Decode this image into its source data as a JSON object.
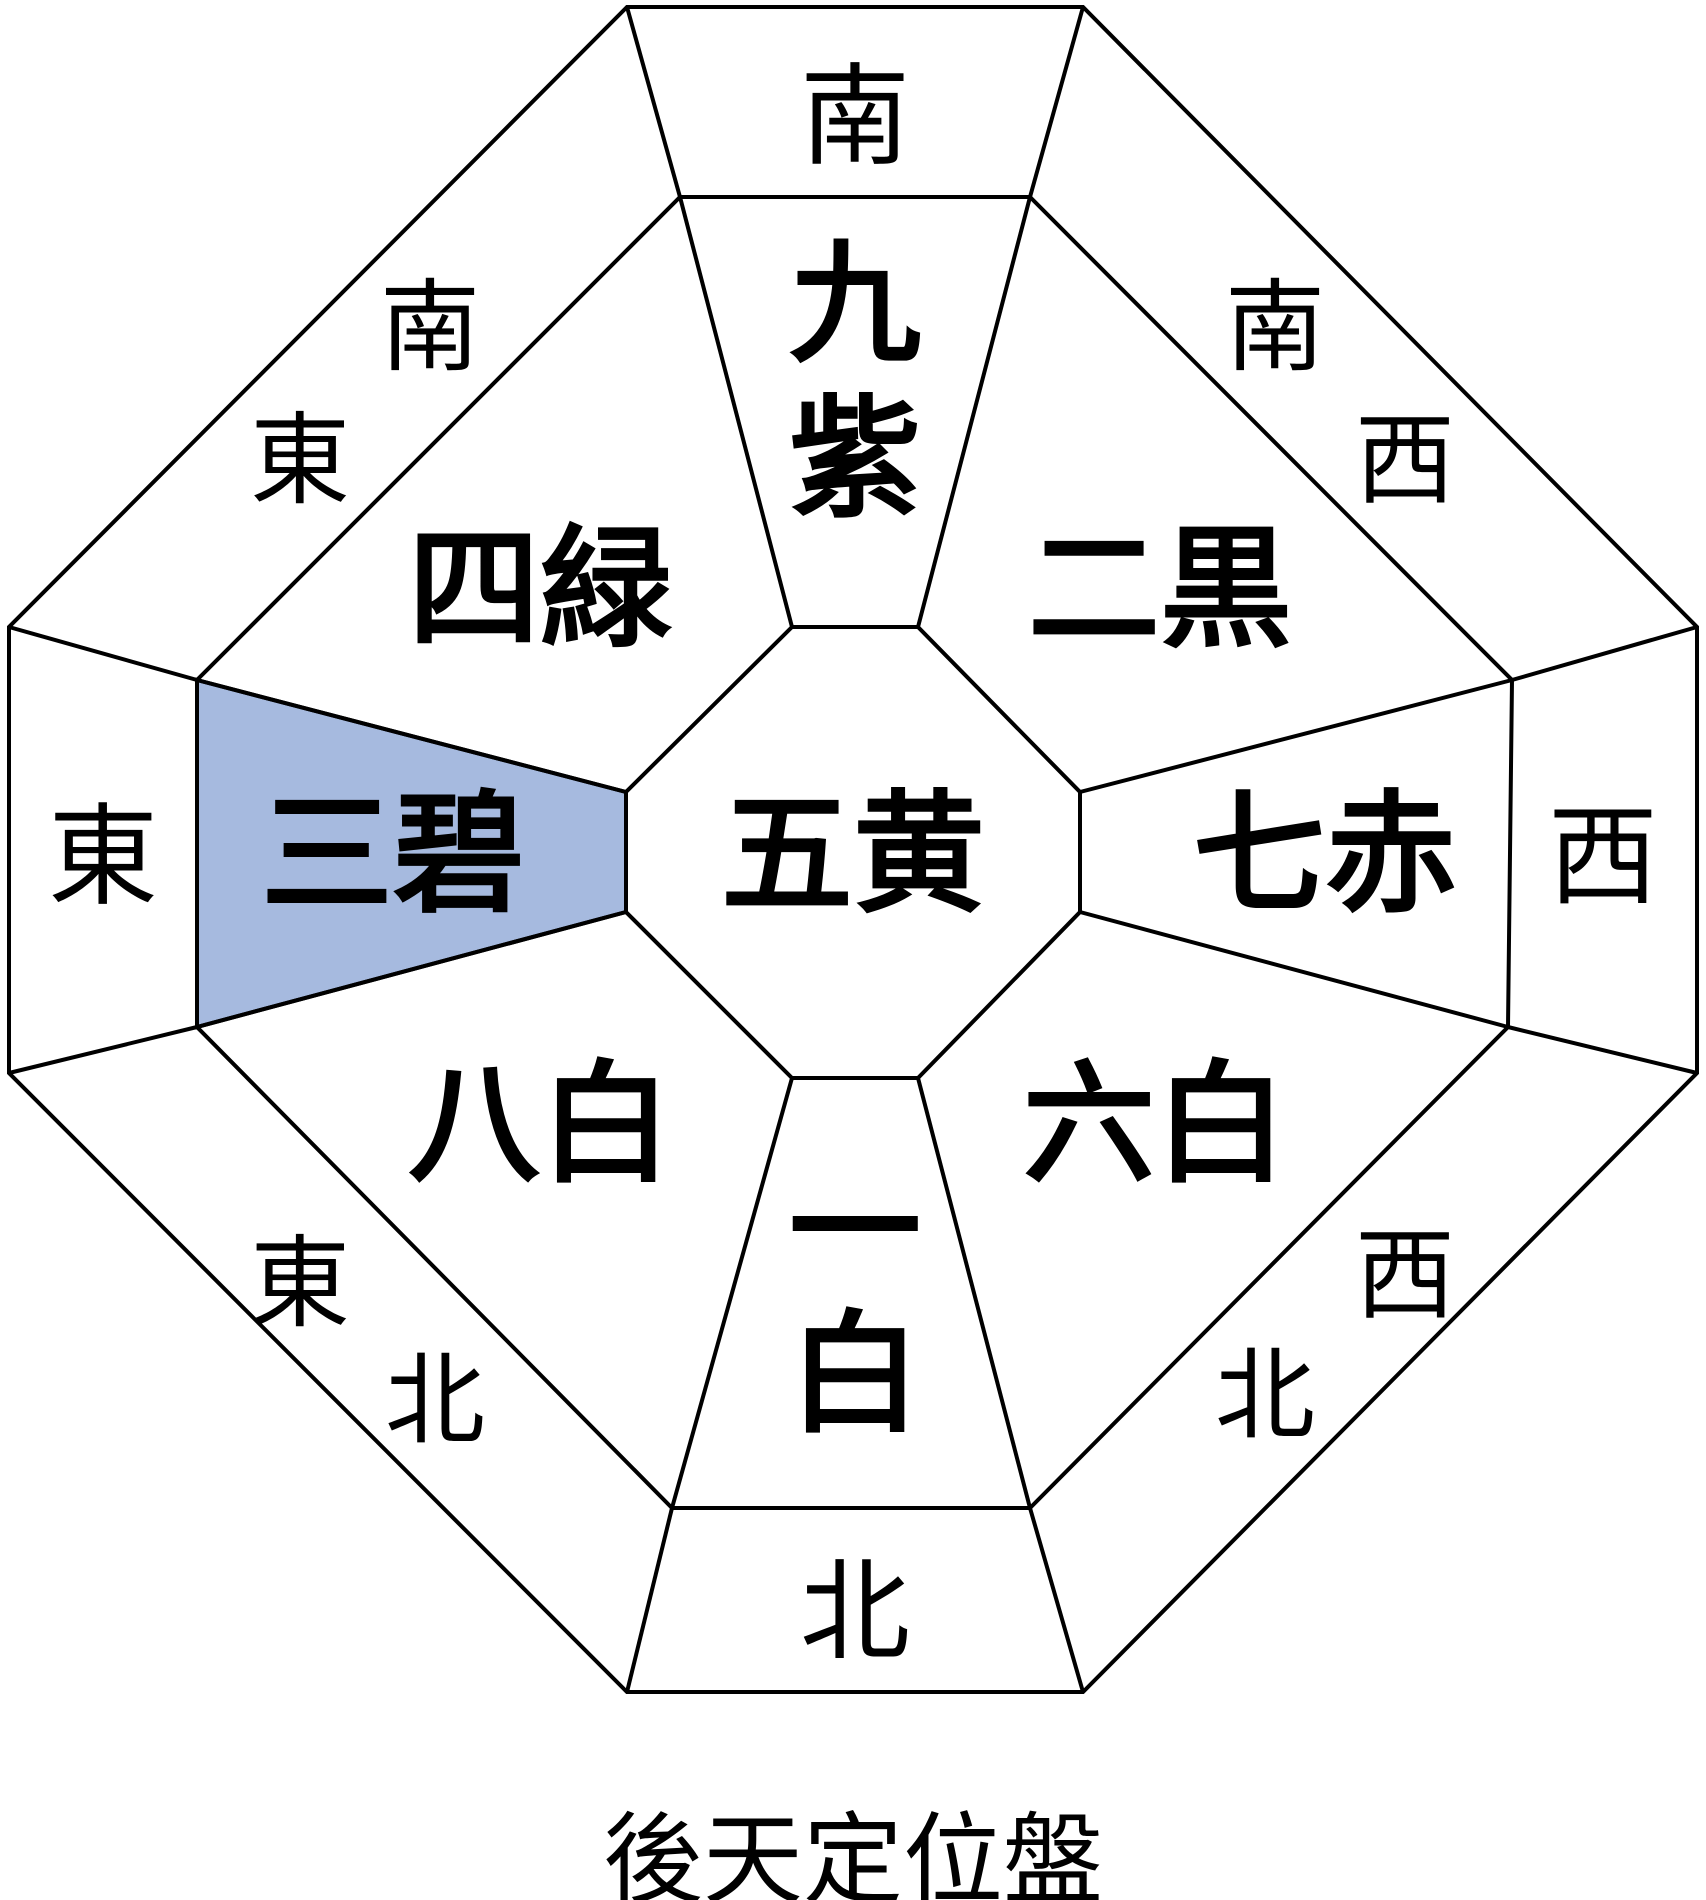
{
  "title": "後天定位盤",
  "highlight_color": "#a6badf",
  "center": {
    "label": "五黄"
  },
  "stars": {
    "north": "一白",
    "southwest": "二黒",
    "east": "三碧",
    "southeast": "四緑",
    "center": "五黄",
    "northwest": "六白",
    "west": "七赤",
    "northeast": "八白",
    "south": "九紫",
    "south_line1": "九",
    "south_line2": "紫",
    "north_line1": "一",
    "north_line2": "白"
  },
  "directions": {
    "south": "南",
    "north": "北",
    "east": "東",
    "west": "西",
    "southeast": {
      "char1": "南",
      "char2": "東"
    },
    "southwest": {
      "char1": "南",
      "char2": "西"
    },
    "northeast": {
      "char1": "東",
      "char2": "北"
    },
    "northwest": {
      "char1": "西",
      "char2": "北"
    }
  },
  "highlighted_sector": "east"
}
